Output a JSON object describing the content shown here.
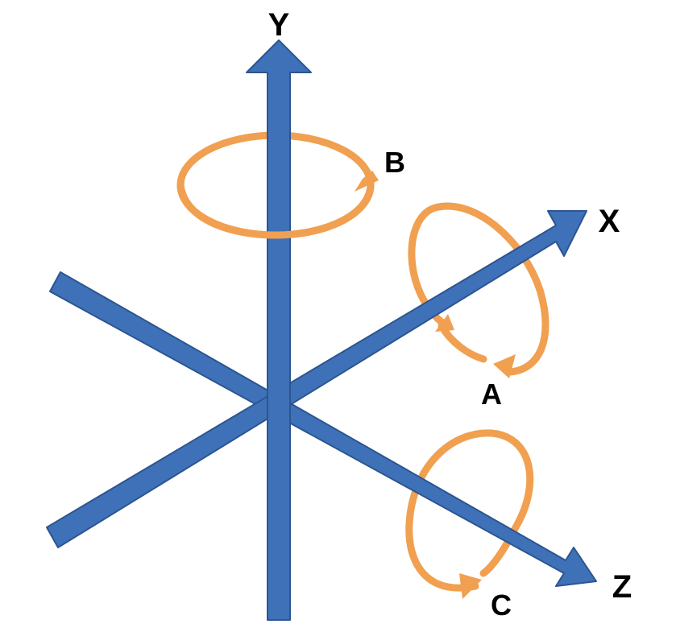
{
  "diagram": {
    "type": "3d-coordinate-axes-with-rotations",
    "colors": {
      "axis_fill": "#3f71b8",
      "axis_stroke": "#2c5590",
      "rotation_arrow": "#f0a050",
      "label": "#000000",
      "background": "#ffffff"
    },
    "axes": [
      {
        "id": "y",
        "label": "Y",
        "direction": "up"
      },
      {
        "id": "x",
        "label": "X",
        "direction": "upper-right"
      },
      {
        "id": "z",
        "label": "Z",
        "direction": "lower-right"
      }
    ],
    "rotations": [
      {
        "id": "a",
        "label": "A",
        "about_axis": "X"
      },
      {
        "id": "b",
        "label": "B",
        "about_axis": "Y"
      },
      {
        "id": "c",
        "label": "C",
        "about_axis": "Z"
      }
    ]
  }
}
